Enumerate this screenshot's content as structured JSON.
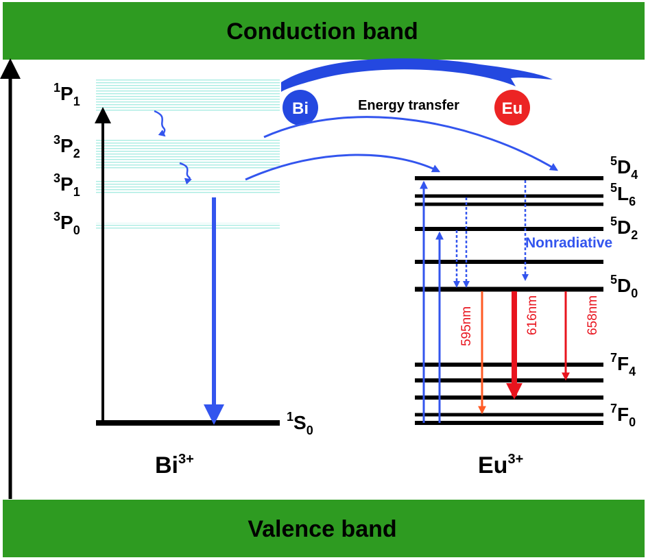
{
  "bands": {
    "conduction": "Conduction band",
    "valence": "Valence band"
  },
  "ions": {
    "bi": {
      "base": "Bi",
      "charge": "3+"
    },
    "eu": {
      "base": "Eu",
      "charge": "3+"
    }
  },
  "bi_levels": [
    {
      "sup": "1",
      "term": "P",
      "sub": "1"
    },
    {
      "sup": "3",
      "term": "P",
      "sub": "2"
    },
    {
      "sup": "3",
      "term": "P",
      "sub": "1"
    },
    {
      "sup": "3",
      "term": "P",
      "sub": "0"
    },
    {
      "sup": "1",
      "term": "S",
      "sub": "0"
    }
  ],
  "eu_levels": [
    {
      "sup": "5",
      "term": "D",
      "sub": "4"
    },
    {
      "sup": "5",
      "term": "L",
      "sub": "6"
    },
    {
      "sup": "5",
      "term": "D",
      "sub": "2"
    },
    {
      "sup": "5",
      "term": "D",
      "sub": "0"
    },
    {
      "sup": "7",
      "term": "F",
      "sub": "4"
    },
    {
      "sup": "7",
      "term": "F",
      "sub": "0"
    }
  ],
  "energy_transfer": {
    "label": "Energy transfer",
    "from": "Bi",
    "to": "Eu"
  },
  "nonradiative_label": "Nonradiative",
  "emissions": [
    "595nm",
    "616nm",
    "658nm"
  ],
  "colors": {
    "band": "#2e9b21",
    "bi_ball": "#2448e0",
    "eu_ball": "#ec2424",
    "arrow_blue": "#3355ee",
    "emission_orange": "#ff5a24",
    "emission_red": "#e8141e",
    "level_fill": "#a8ece2"
  }
}
